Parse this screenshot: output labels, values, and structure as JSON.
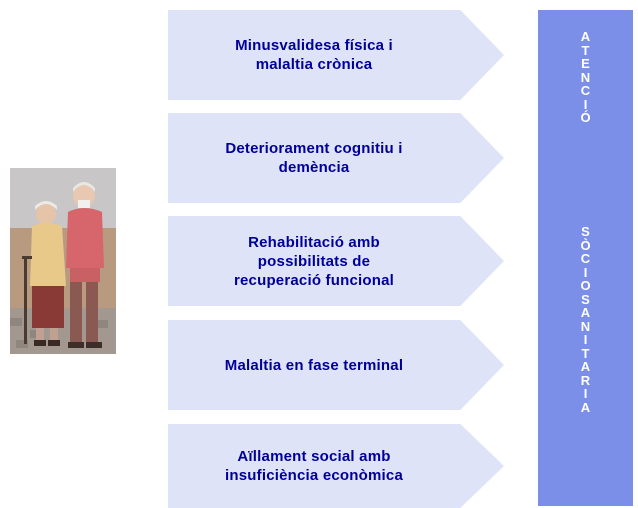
{
  "arrows": [
    {
      "line1": "Minusvalidesa física i",
      "line2": "malaltia crònica"
    },
    {
      "line1": "Deteriorament cognitiu i",
      "line2": "demència"
    },
    {
      "line1": "Rehabilitació amb",
      "line2": "possibilitats de",
      "line3": "recuperació funcional"
    },
    {
      "line1": "Malaltia en fase terminal"
    },
    {
      "line1": "Aïllament social amb",
      "line2": "insuficiència econòmica"
    }
  ],
  "side_label": {
    "word1": "A\nT\nE\nN\nC\nI\nÓ",
    "word2": "S\nÒ\nC\nI\nO\nS\nA\nN\nI\nT\nA\nR\nI\nA"
  },
  "colors": {
    "arrow_fill": "#dfe3f8",
    "arrow_text": "#000099",
    "side_bar": "#7b8fe8",
    "side_text": "#ffffff"
  },
  "image": {
    "icon": "elderly-couple-illustration"
  }
}
